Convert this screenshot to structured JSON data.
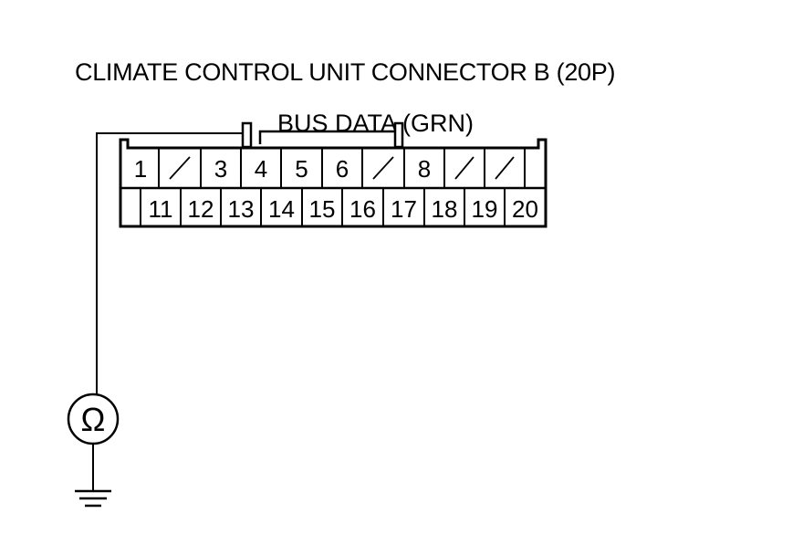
{
  "title": "CLIMATE CONTROL UNIT CONNECTOR B (20P)",
  "wire_label": "BUS DATA (GRN)",
  "meter_symbol": "Ω",
  "connector": {
    "top_row": [
      {
        "label": "1",
        "blank": false
      },
      {
        "label": "",
        "blank": true
      },
      {
        "label": "3",
        "blank": false
      },
      {
        "label": "4",
        "blank": false
      },
      {
        "label": "5",
        "blank": false
      },
      {
        "label": "6",
        "blank": false
      },
      {
        "label": "",
        "blank": true
      },
      {
        "label": "8",
        "blank": false
      },
      {
        "label": "",
        "blank": true
      },
      {
        "label": "",
        "blank": true
      }
    ],
    "bottom_row": [
      "11",
      "12",
      "13",
      "14",
      "15",
      "16",
      "17",
      "18",
      "19",
      "20"
    ]
  },
  "probe_terminal": "4",
  "icons": [
    "ohmmeter-icon",
    "ground-icon"
  ]
}
